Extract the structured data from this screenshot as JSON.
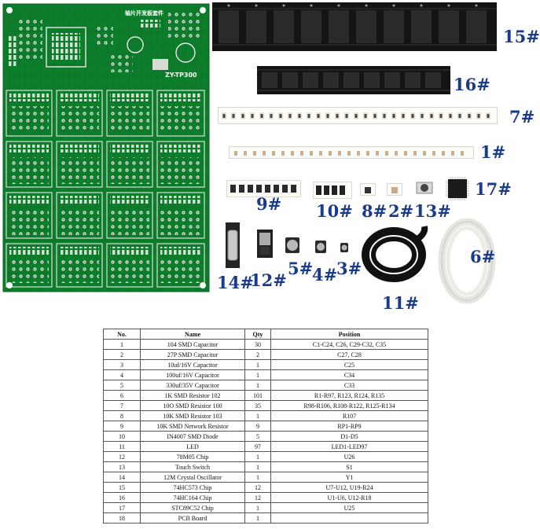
{
  "board": {
    "header_text": "轴片开发板套件",
    "model_text": "ZY-TP300",
    "colors": {
      "pcb": "#0d7d2c",
      "pad": "#d8d8d8",
      "silk": "#ffffff"
    }
  },
  "labels": {
    "l15": "15#",
    "l16": "16#",
    "l7": "7#",
    "l1": "1#",
    "l9": "9#",
    "l10": "10#",
    "l8": "8#",
    "l2": "2#",
    "l13": "13#",
    "l17": "17#",
    "l14": "14#",
    "l12": "12#",
    "l5": "5#",
    "l4": "4#",
    "l3": "3#",
    "l11": "11#",
    "l6": "6#"
  },
  "table": {
    "headers": [
      "No.",
      "Name",
      "Qty",
      "Position"
    ],
    "rows": [
      [
        "1",
        "104 SMD Capacitor",
        "30",
        "C1-C24, C26, C29-C32, C35"
      ],
      [
        "2",
        "27P SMD Capacitor",
        "2",
        "C27, C28"
      ],
      [
        "3",
        "10uf/16V Capacitor",
        "1",
        "C25"
      ],
      [
        "4",
        "100uf/16V Capacitor",
        "1",
        "C34"
      ],
      [
        "5",
        "330uf/35V Capacitor",
        "1",
        "C33"
      ],
      [
        "6",
        "1K SMD Resistor 102",
        "101",
        "R1-R97, R123, R124, R135"
      ],
      [
        "7",
        "10O SMD Resistor 100",
        "35",
        "R98-R106, R108-R122, R125-R134"
      ],
      [
        "8",
        "10K SMD Resistor 103",
        "1",
        "R107"
      ],
      [
        "9",
        "10K SMD Network Resistor",
        "9",
        "RP1-RP9"
      ],
      [
        "10",
        "IN4007 SMD Diode",
        "5",
        "D1-D5"
      ],
      [
        "11",
        "LED",
        "97",
        "LED1-LED97"
      ],
      [
        "12",
        "78M05 Chip",
        "1",
        "U26"
      ],
      [
        "13",
        "Touch Switch",
        "1",
        "S1"
      ],
      [
        "14",
        "12M Crystal Oscillator",
        "1",
        "Y1"
      ],
      [
        "15",
        "74HC573 Chip",
        "12",
        "U7-U12,   U19-R24"
      ],
      [
        "16",
        "74HC164 Chip",
        "12",
        "U1-U6,   U12-R18"
      ],
      [
        "17",
        "STC89C52 Chip",
        "1",
        "U25"
      ],
      [
        "18",
        "PCB Board",
        "1",
        ""
      ]
    ]
  }
}
